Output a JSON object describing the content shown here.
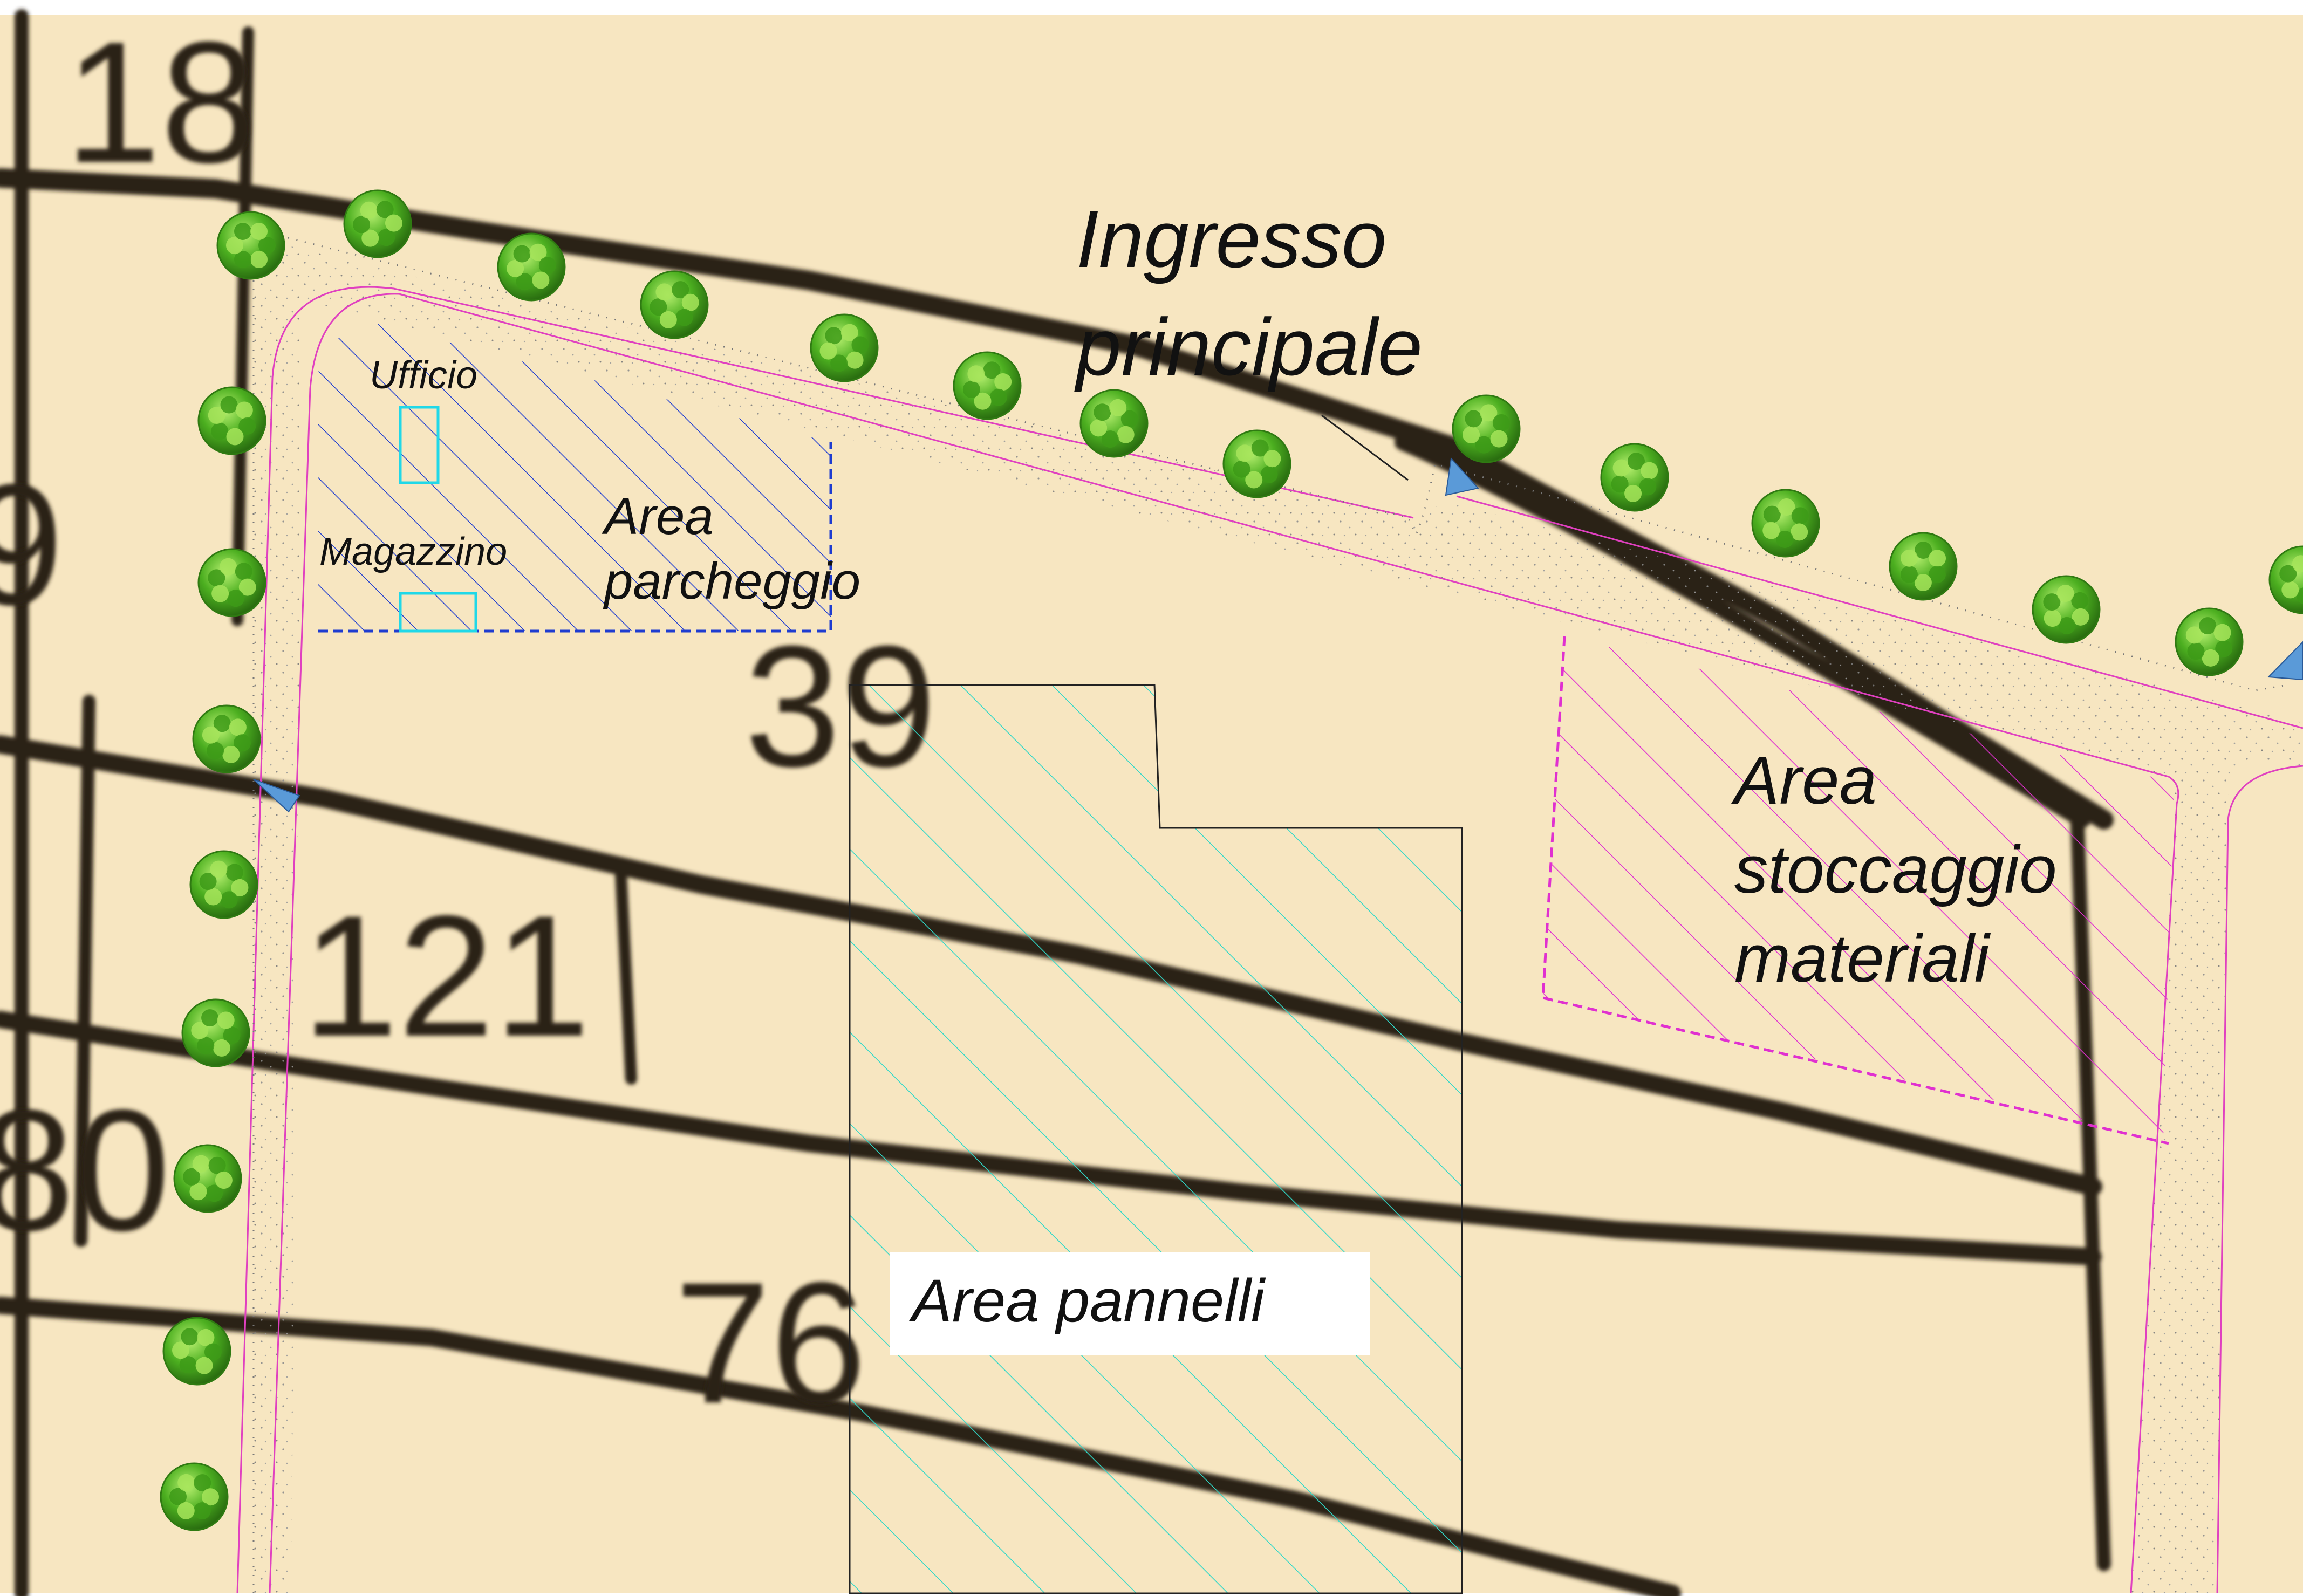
{
  "map": {
    "colors": {
      "paper": "#f7e6c1",
      "cadastral_line": "#2b2418",
      "boundary_pink": "#e040c0",
      "parking_blue": "#1e3cd0",
      "storage_magenta": "#e030d0",
      "panels_cyan": "#30d8c8",
      "building_cyan": "#20d8e8",
      "tree_green": "#4caf20",
      "gate_arrow": "#5a9ad8"
    },
    "cadastral_numbers": [
      {
        "id": "parcel-39",
        "text": "39"
      },
      {
        "id": "parcel-121",
        "text": "121"
      },
      {
        "id": "parcel-76",
        "text": "76"
      },
      {
        "id": "parcel-80",
        "text": "80"
      },
      {
        "id": "parcel-18",
        "text": "18"
      },
      {
        "id": "parcel-9",
        "text": "9"
      }
    ],
    "labels": {
      "entrance_line1": "Ingresso",
      "entrance_line2": "principale",
      "office": "Ufficio",
      "warehouse": "Magazzino",
      "parking_line1": "Area",
      "parking_line2": "parcheggio",
      "storage_line1": "Area",
      "storage_line2": "stoccaggio",
      "storage_line3": "materiali",
      "panels": "Area pannelli"
    }
  }
}
